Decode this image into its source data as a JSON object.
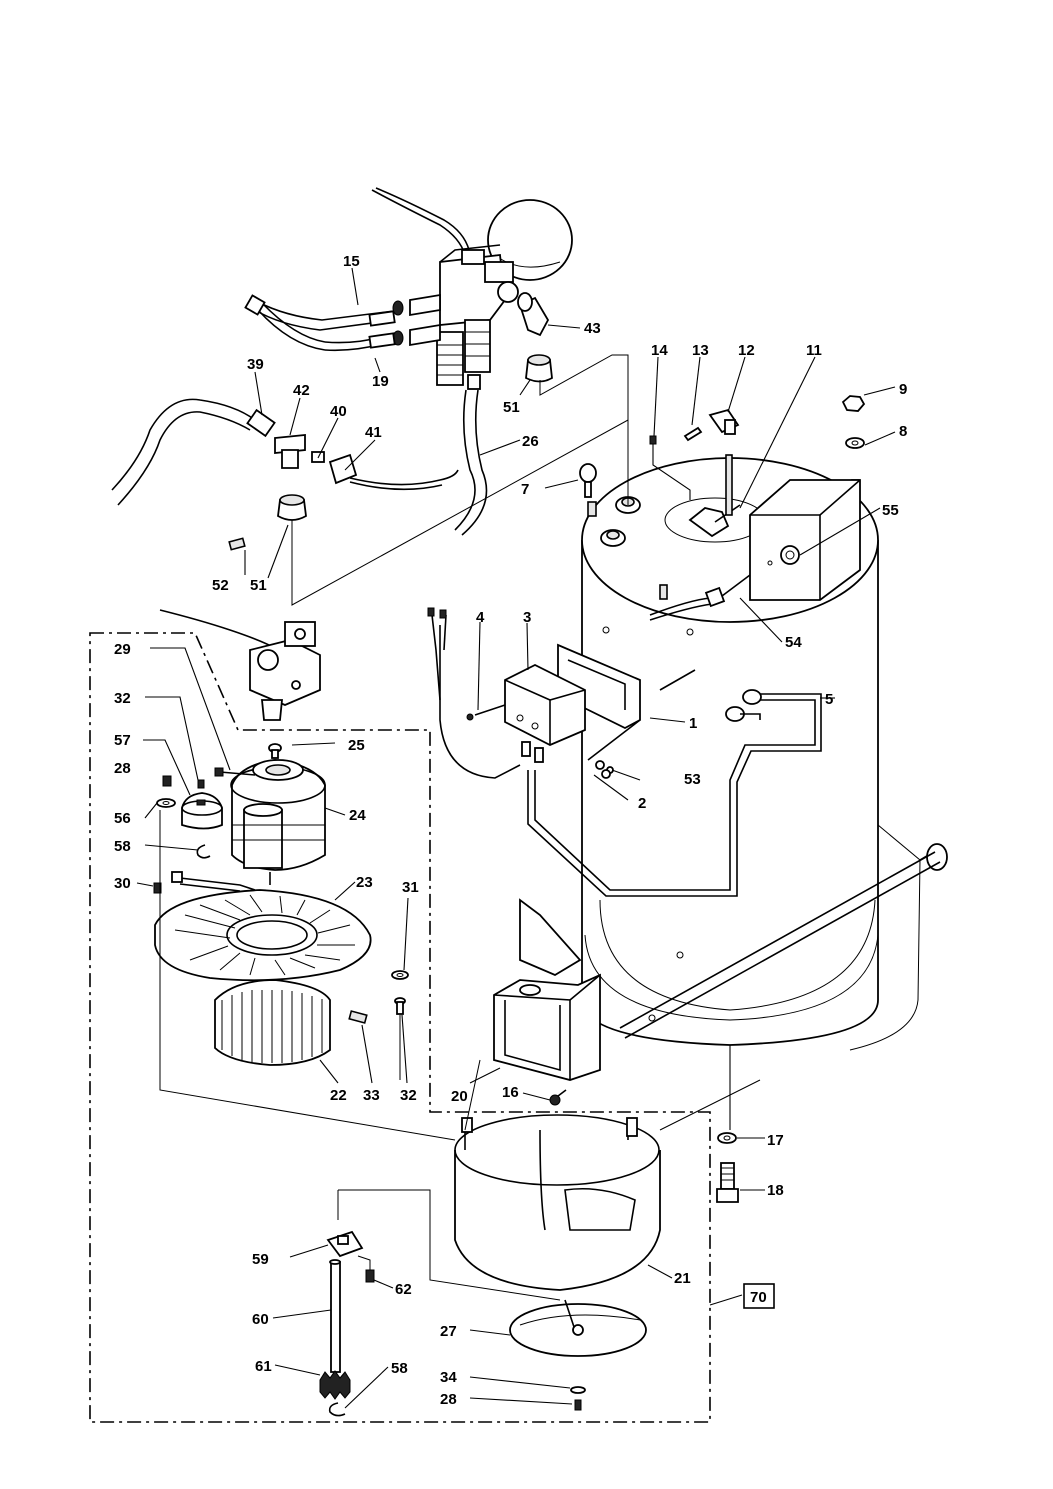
{
  "diagram": {
    "labels": {
      "p1": "1",
      "p2": "2",
      "p3": "3",
      "p4": "4",
      "p5": "5",
      "p7": "7",
      "p8": "8",
      "p9": "9",
      "p11": "11",
      "p12": "12",
      "p13": "13",
      "p14": "14",
      "p15": "15",
      "p16": "16",
      "p17": "17",
      "p18": "18",
      "p19": "19",
      "p20": "20",
      "p21": "21",
      "p22": "22",
      "p23": "23",
      "p24": "24",
      "p25": "25",
      "p26": "26",
      "p27": "27",
      "p28a": "28",
      "p28b": "28",
      "p29": "29",
      "p30": "30",
      "p31": "31",
      "p32a": "32",
      "p32b": "32",
      "p33": "33",
      "p34": "34",
      "p39": "39",
      "p40": "40",
      "p41": "41",
      "p42": "42",
      "p43": "43",
      "p51a": "51",
      "p51b": "51",
      "p52": "52",
      "p53": "53",
      "p54": "54",
      "p55": "55",
      "p56": "56",
      "p57": "57",
      "p58a": "58",
      "p58b": "58",
      "p59": "59",
      "p60": "60",
      "p61": "61",
      "p62": "62",
      "p70": "70"
    }
  }
}
